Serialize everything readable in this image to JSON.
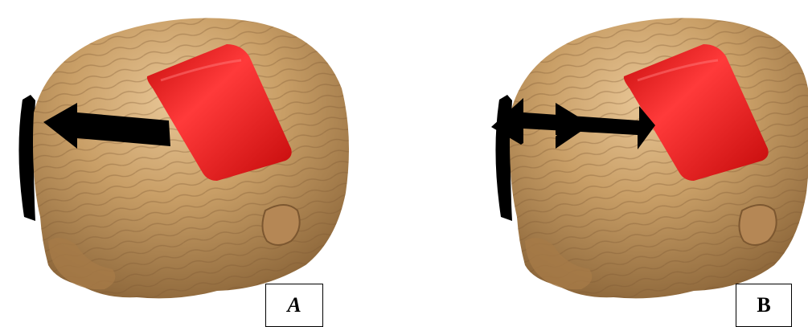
{
  "panels": [
    {
      "id": "A",
      "label": "A",
      "arrow": "single-headed",
      "label_style": "bold-italic"
    },
    {
      "id": "B",
      "label": "B",
      "arrow": "double-headed",
      "label_style": "bold"
    }
  ],
  "colors": {
    "head": "#c49a63",
    "head_shadow": "#8e6a3c",
    "head_highlight": "#e6c291",
    "pad_red": "#e01414",
    "pad_black": "#000000",
    "arrow": "#000000",
    "background": "#ffffff"
  },
  "icons": [
    "head-model",
    "red-electrode-pad",
    "black-electrode-pad",
    "arrow-left-icon",
    "double-arrow-icon"
  ]
}
